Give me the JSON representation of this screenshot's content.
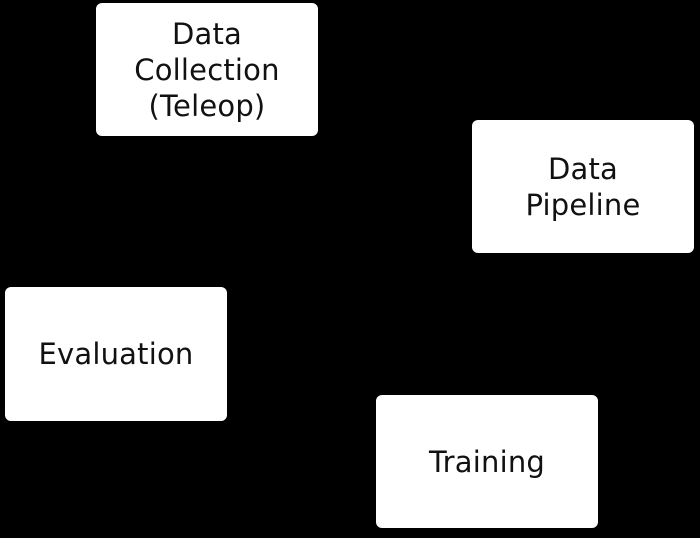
{
  "diagram": {
    "background": "#000000",
    "node_fill": "#ffffff",
    "text_color": "#111111",
    "nodes": {
      "data_collection": {
        "lines": [
          "Data",
          "Collection",
          "(Teleop)"
        ]
      },
      "data_pipeline": {
        "lines": [
          "Data",
          "Pipeline"
        ]
      },
      "evaluation": {
        "lines": [
          "Evaluation"
        ]
      },
      "training": {
        "lines": [
          "Training"
        ]
      }
    }
  }
}
